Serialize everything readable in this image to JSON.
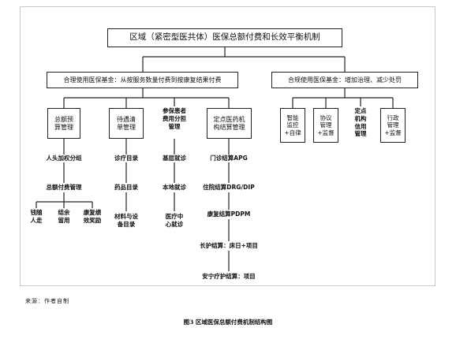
{
  "diagram": {
    "title": "区域（紧密型医共体）医保总额付费和长效平衡机制",
    "left_branch": "合理使用医保基金：从按服务数量付费到按康复结果付费",
    "right_branch": "合规使用医保基金：增加治理、减少处罚",
    "col1": {
      "header": "总额预\n算管理",
      "item1": "人头加权分组",
      "item2": "总额付费管理",
      "leaf1": "钱随\n人走",
      "leaf2": "结余\n留用",
      "leaf3": "康复绩\n效奖励"
    },
    "col2": {
      "header": "待遇清\n单管理",
      "item1": "诊疗目录",
      "item2": "药品目录",
      "item3": "材料与设\n备目录"
    },
    "col3": {
      "header": "参保患者\n费用分担\n管理",
      "item1": "基层就诊",
      "item2": "本地就诊",
      "item3": "医疗中\n心就诊"
    },
    "col4": {
      "header": "定点医药机\n构结算管理",
      "item1": "门诊结算APG",
      "item2": "住院结算DRG/DIP",
      "item3": "康复结算PDPM",
      "item4": "长护结算：床日+项目",
      "item5": "安宁疗护结算：项目"
    },
    "right": {
      "r1": "智能\n监控\n+自律",
      "r2": "协议\n管理\n+监督",
      "r3": "定点\n机构\n信用\n管理",
      "r4": "行政\n管理\n+监督"
    }
  },
  "source": "来源：作者自制",
  "caption": "图3 区域医保总额付费机制结构图"
}
